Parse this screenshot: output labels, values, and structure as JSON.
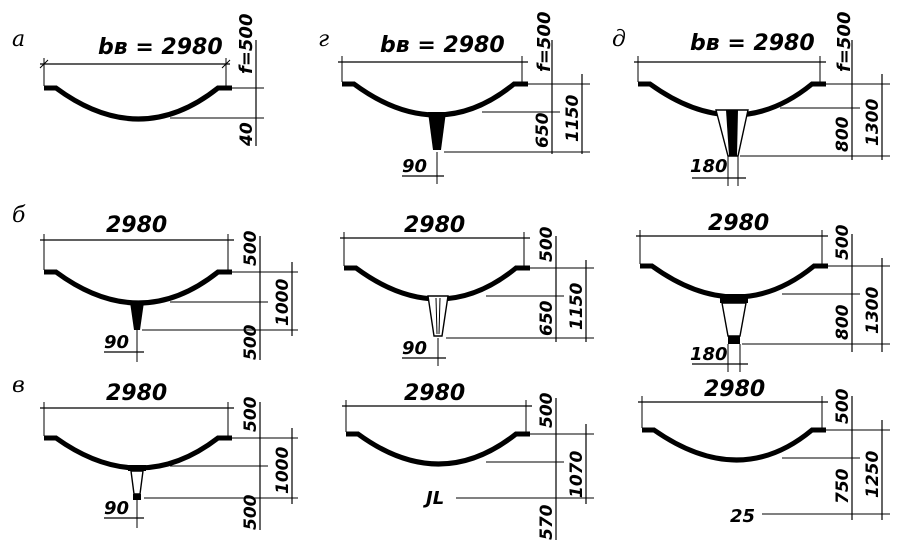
{
  "variants": [
    {
      "id": "a",
      "label": "а",
      "span": "bв = 2980",
      "f": "f=500",
      "d1": "40"
    },
    {
      "id": "g",
      "label": "г",
      "span": "bв = 2980",
      "f": "f=500",
      "d1": "650",
      "d2": "1150",
      "w": "90"
    },
    {
      "id": "d",
      "label": "д",
      "span": "bв = 2980",
      "f": "f=500",
      "d1": "800",
      "d2": "1300",
      "w": "180"
    },
    {
      "id": "b",
      "label": "б",
      "span": "2980",
      "d0": "500",
      "d1": "1000",
      "d2": "500",
      "w": "90"
    },
    {
      "id": "g2",
      "span": "2980",
      "d0": "500",
      "d1": "650",
      "d2": "1150",
      "w": "90"
    },
    {
      "id": "d2",
      "span": "2980",
      "d0": "500",
      "d1": "800",
      "d2": "1300",
      "w": "180"
    },
    {
      "id": "v",
      "label": "в",
      "span": "2980",
      "d0": "500",
      "d1": "1000",
      "d2": "500",
      "w": "90"
    },
    {
      "id": "v2",
      "span": "2980",
      "d0": "500",
      "d1": "1070",
      "d2": "570",
      "mark": "JL"
    },
    {
      "id": "v3",
      "span": "2980",
      "d0": "500",
      "d1": "750",
      "d2": "1250",
      "mark": "25"
    }
  ]
}
